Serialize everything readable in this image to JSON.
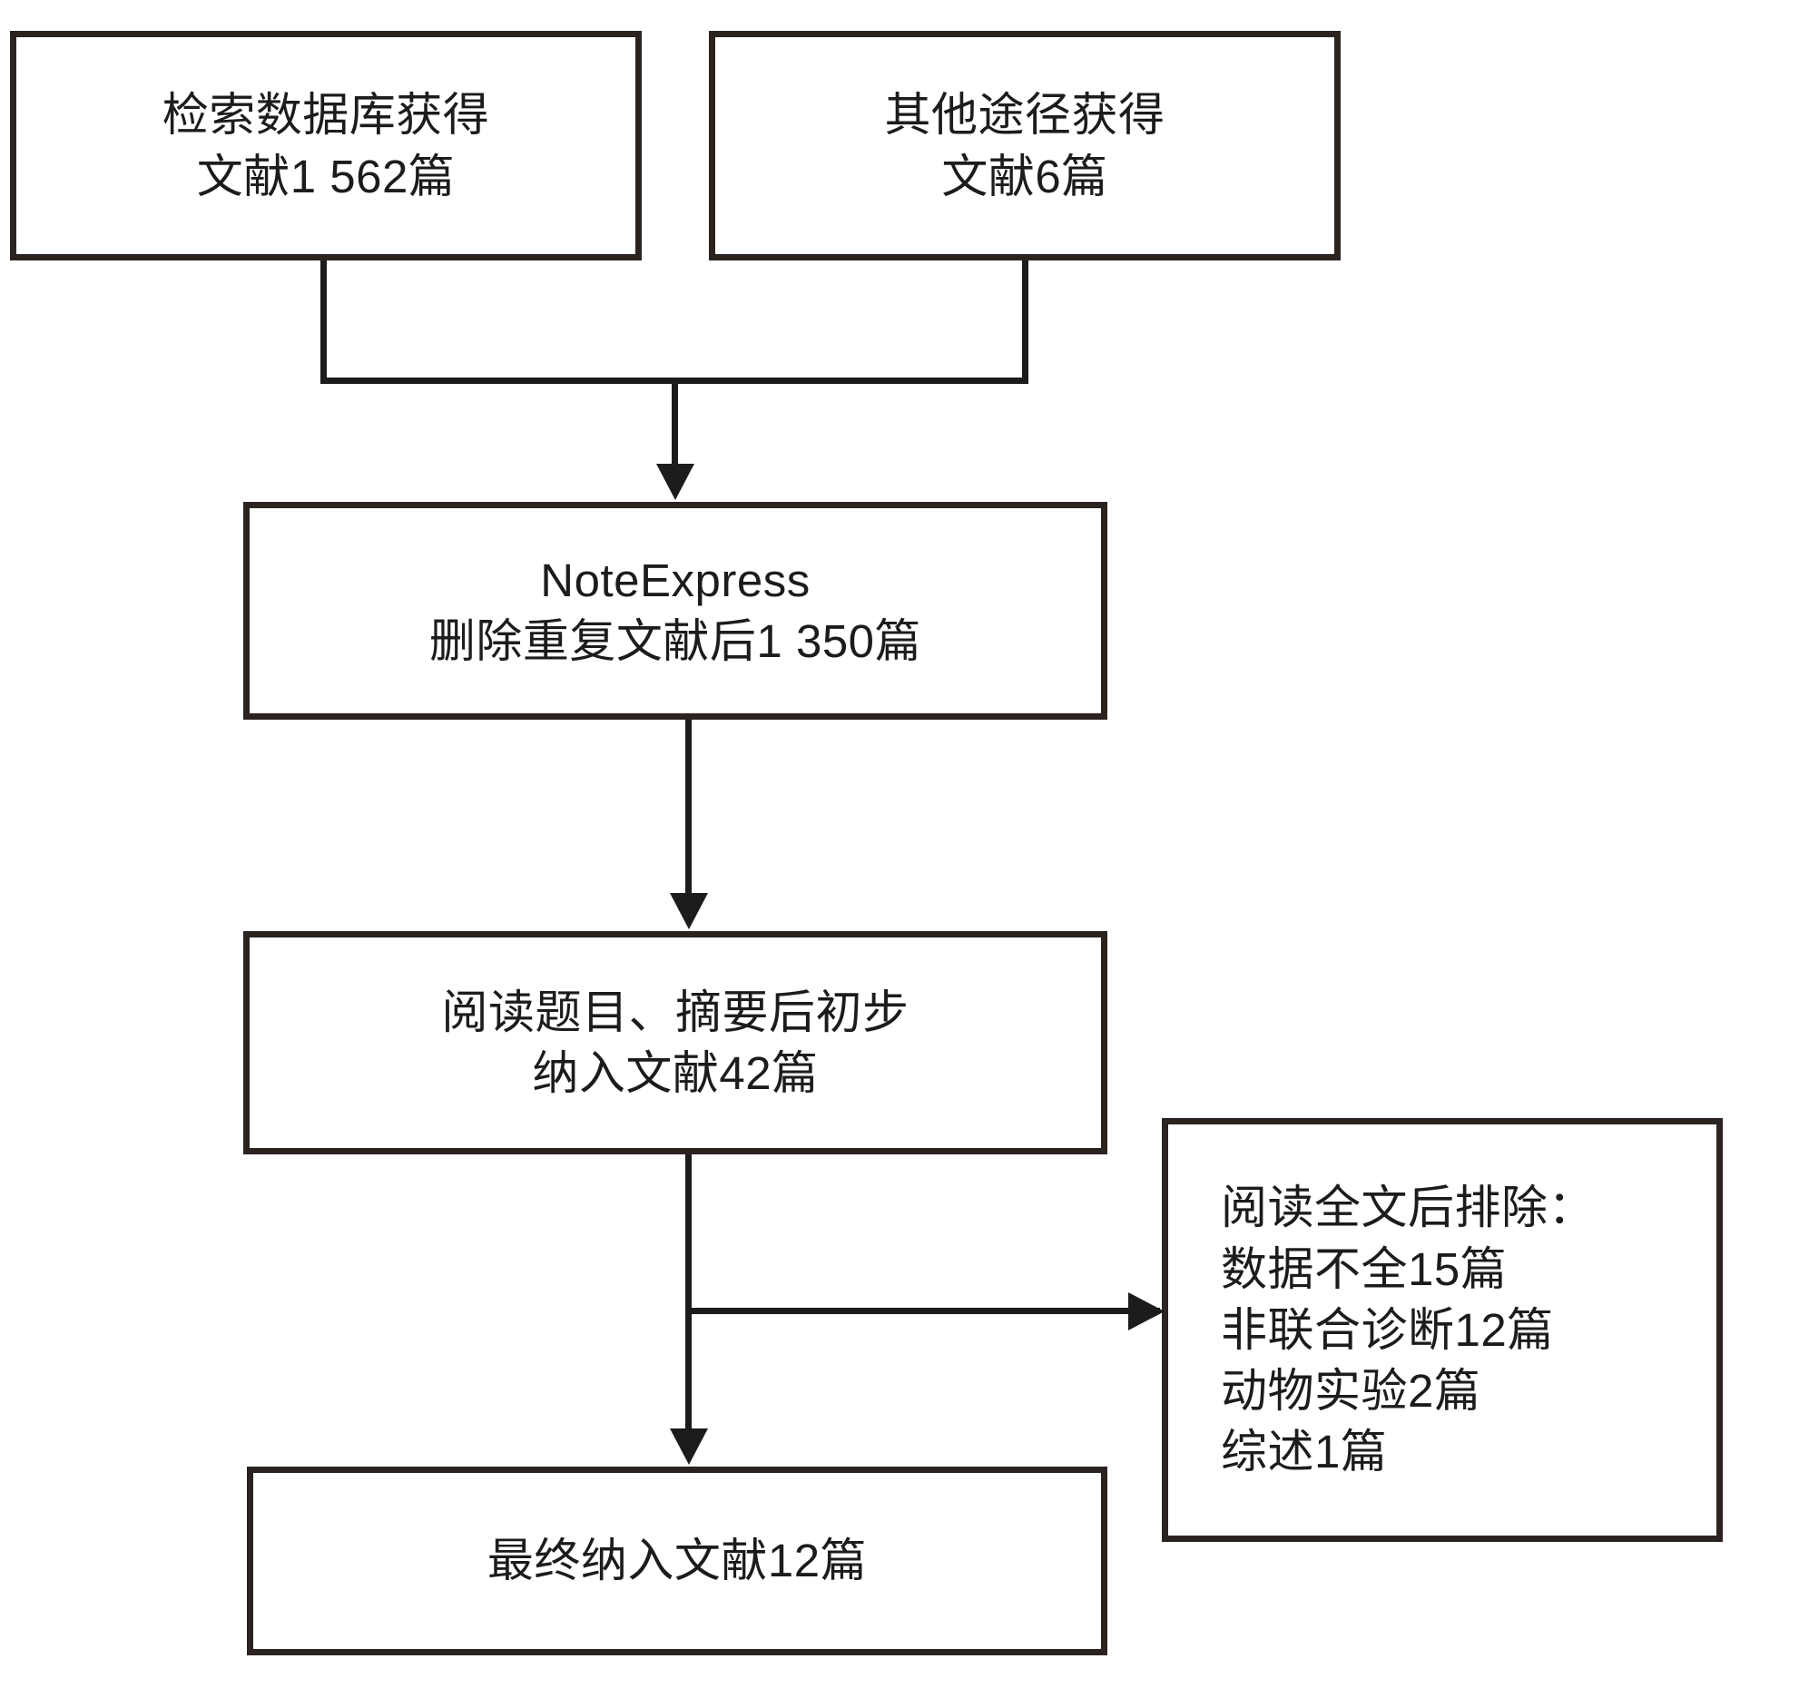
{
  "diagram": {
    "type": "prisma-literature-screening-flowchart",
    "language": "zh-CN",
    "colors": {
      "background": "#ffffff",
      "box_border": "#2b2320",
      "text": "#1c1c1c",
      "connector": "#1c1c1c"
    },
    "nodes": {
      "database_search": {
        "id": "database_search",
        "lines": [
          "检索数据库获得",
          "文献1 562篇"
        ],
        "count": 1562
      },
      "other_sources": {
        "id": "other_sources",
        "lines": [
          "其他途径获得",
          "文献6篇"
        ],
        "count": 6
      },
      "deduplicated": {
        "id": "deduplicated",
        "lines": [
          "NoteExpress",
          "删除重复文献后1 350篇"
        ],
        "tool": "NoteExpress",
        "count": 1350
      },
      "title_abstract_screened": {
        "id": "title_abstract_screened",
        "lines": [
          "阅读题目、摘要后初步",
          "纳入文献42篇"
        ],
        "count": 42
      },
      "excluded_fulltext": {
        "id": "excluded_fulltext",
        "lines": [
          "阅读全文后排除：",
          "数据不全15篇",
          "非联合诊断12篇",
          "动物实验2篇",
          "综述1篇"
        ],
        "reasons": [
          {
            "label": "数据不全",
            "count": 15
          },
          {
            "label": "非联合诊断",
            "count": 12
          },
          {
            "label": "动物实验",
            "count": 2
          },
          {
            "label": "综述",
            "count": 1
          }
        ]
      },
      "final_included": {
        "id": "final_included",
        "lines": [
          "最终纳入文献12篇"
        ],
        "count": 12
      }
    },
    "edges": [
      {
        "from": "database_search",
        "to": "deduplicated",
        "arrow": "down"
      },
      {
        "from": "other_sources",
        "to": "deduplicated",
        "arrow": "down"
      },
      {
        "from": "deduplicated",
        "to": "title_abstract_screened",
        "arrow": "down"
      },
      {
        "from": "title_abstract_screened",
        "to": "excluded_fulltext",
        "arrow": "right"
      },
      {
        "from": "title_abstract_screened",
        "to": "final_included",
        "arrow": "down"
      }
    ]
  }
}
